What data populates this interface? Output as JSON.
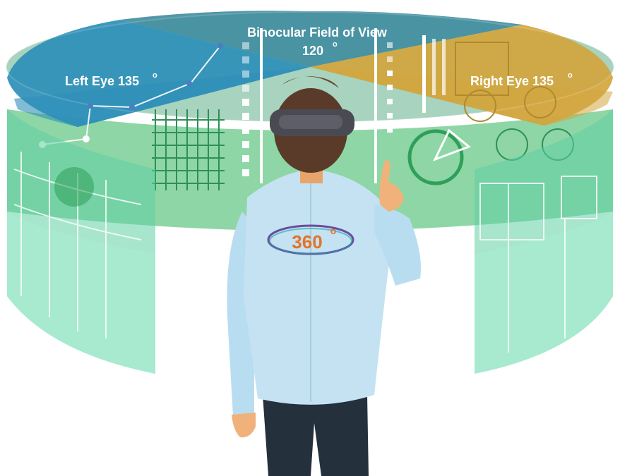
{
  "labels": {
    "binocular_title": "Binocular Field of View",
    "binocular_angle": "120",
    "left_eye": "Left Eye 135",
    "right_eye": "Right Eye 135",
    "degree_mark": "o"
  },
  "logo": {
    "text": "360",
    "degree": "o"
  },
  "colors": {
    "left_eye_zone": "#2E8FB8",
    "binocular_zone": "#3F8C9E",
    "right_eye_zone": "#D3A53E",
    "screen_green": "#8ED6A6",
    "screen_outer": "#5ED0A4",
    "headset": "#4A4A52",
    "shirt": "#C4E2F2",
    "trousers": "#25303D",
    "logo_orange": "#E2742A",
    "logo_purple": "#6A4C9C",
    "logo_teal": "#1FA3A8"
  },
  "icons": [
    "network-graph-icon",
    "grid-icon",
    "circle-icon",
    "triangle-icon",
    "vr-headset-icon"
  ]
}
